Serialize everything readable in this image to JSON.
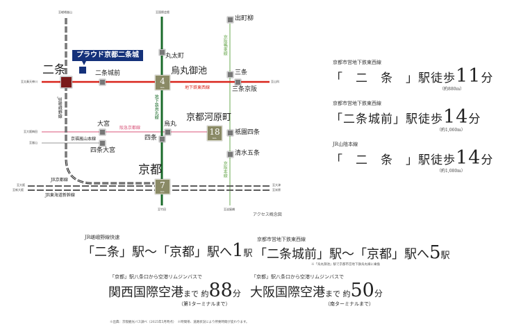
{
  "map": {
    "property": "プラウド京都二条城",
    "stations": {
      "nijo": "二条",
      "nijojomae": "二条城前",
      "marutamachi": "丸太町",
      "karasuma_oike": "烏丸御池",
      "demachiyanagi": "出町柳",
      "sanjo": "三条",
      "sanjo_keihan": "三条京阪",
      "omiya": "大宮",
      "karasuma": "烏丸",
      "shijo": "四条",
      "shijo_omiya": "四条大宮",
      "kyoto_kawaramachi": "京都河原町",
      "gion_shijo": "祇園四条",
      "kiyomizu_gojo": "清水五条",
      "kyoto": "京都"
    },
    "badges": {
      "karasuma_oike": "4",
      "kyoto_kawaramachi": "18",
      "kyoto": "7",
      "unit": "min."
    },
    "lines": {
      "tozai": "地下鉄東西線",
      "karasuma": "地下鉄烏丸線",
      "hankyu": "阪急京都線",
      "keifuku": "京福嵐山本線",
      "sagano": "JR嵯峨野線",
      "jr_kyoto": "JR京都線",
      "shinkansen": "JR東海道新幹線",
      "keihan_oto": "京阪鴨東線",
      "keihan": "京阪本線"
    },
    "termini": {
      "sagano_top": "至嵯峨嵐山",
      "karasuma_top": "至国際会館",
      "tozai_left": "至太秦天神川",
      "tozai_right": "至山科",
      "hankyu_left": "至大阪梅田",
      "keifuku_left": "至嵐山",
      "jr_left": "至大阪",
      "shinkansen_left": "至新大阪",
      "jr_right": "至大津",
      "shinkansen_right": "至米原",
      "karasuma_bottom": "至竹田",
      "keihan_bottom": "至淀屋橋"
    },
    "caption": "アクセス概念図",
    "colors": {
      "tozai": "#d9241b",
      "karasuma": "#1a6b2a",
      "hankyu": "#d8557a",
      "keihan": "#6aa84f",
      "property": "#14317a",
      "nijo": "#7a1a1a",
      "badge": "#8a8a66"
    }
  },
  "walk": [
    {
      "line": "京都市営地下鉄東西線",
      "station": "「　二　条　」",
      "suffix": "駅徒歩",
      "minutes": "11",
      "unit": "分",
      "distance": "（約880m）"
    },
    {
      "line": "京都市営地下鉄東西線",
      "station": "「二条城前」",
      "suffix": "駅徒歩",
      "minutes": "14",
      "unit": "分",
      "distance": "（約1,060m）"
    },
    {
      "line": "JR山陰本線",
      "station": "「　二　条　」",
      "suffix": "駅徒歩",
      "minutes": "14",
      "unit": "分",
      "distance": "（約1,080m）"
    }
  ],
  "routes": [
    {
      "line": "JR嵯峨野線快速",
      "text": "「二条」駅～「京都」駅へ",
      "num": "1",
      "unit": "駅"
    },
    {
      "line": "京都市営地下鉄東西線",
      "text": "「二条城前」駅～「京都」駅へ",
      "num": "5",
      "unit": "駅",
      "note": "※「烏丸御池」駅で京都市営地下鉄烏丸線に乗換"
    }
  ],
  "airports": [
    {
      "lead": "「京都」駅八条口から空港リムジンバスで",
      "name": "関西国際空港",
      "made": "まで 約",
      "num": "88",
      "unit": "分",
      "note": "（第1ターミナルまで）"
    },
    {
      "lead": "「京都」駅八条口から空港リムジンバスで",
      "name": "大阪国際空港",
      "made": "まで 約",
      "num": "50",
      "unit": "分",
      "note": "（南ターミナルまで）"
    }
  ],
  "footnote": "※出典：京阪観光バス調べ（2025年5月時点）　※時間帯、道路状況により所要時間が変わります。"
}
